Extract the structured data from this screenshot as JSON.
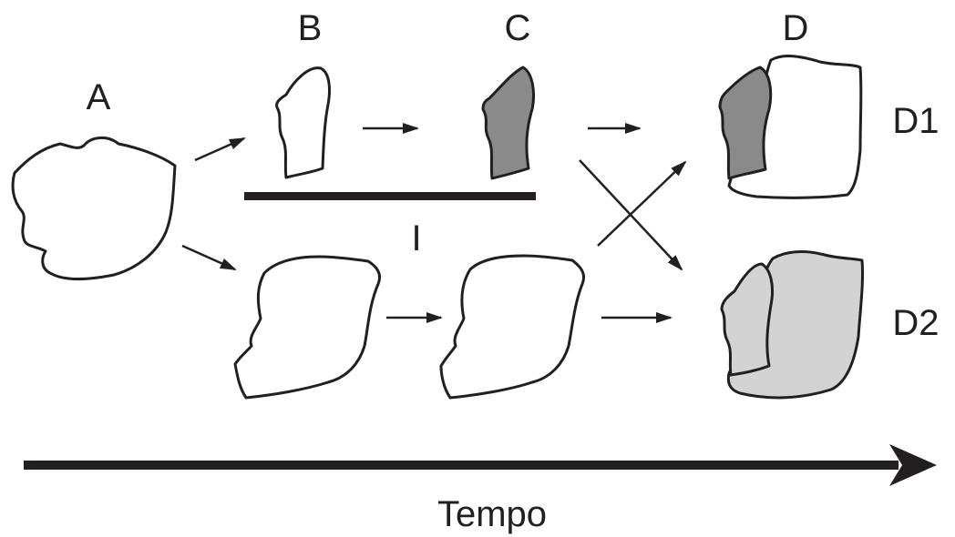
{
  "labels": {
    "a": "A",
    "b": "B",
    "c": "C",
    "d": "D",
    "d1": "D1",
    "d2": "D2",
    "i": "I",
    "time": "Tempo"
  },
  "colors": {
    "outline": "#231f20",
    "fill_white": "#ffffff",
    "fill_dark_grey": "#8a8a8a",
    "fill_light_grey": "#d3d3d3",
    "time_arrow": "#231f20"
  }
}
